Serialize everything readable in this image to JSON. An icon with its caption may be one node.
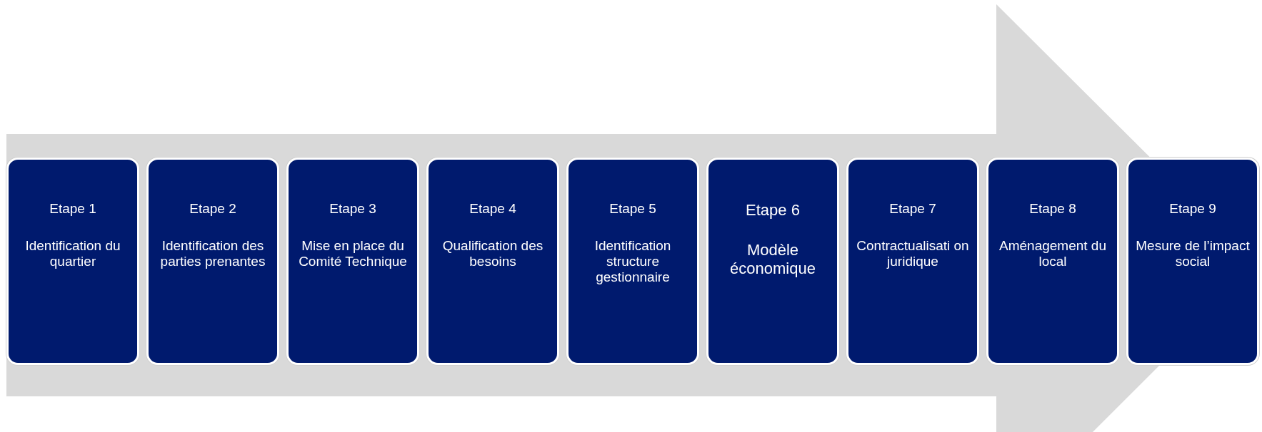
{
  "diagram": {
    "nodes": [
      {
        "text": [
          "Etape 1",
          "Identification du quartier"
        ]
      },
      {
        "text": [
          "Etape 2",
          "Identification des parties prenantes"
        ]
      },
      {
        "text": [
          "Etape 3",
          "Mise en place du Comité Technique"
        ]
      },
      {
        "text": [
          "Etape 4",
          "Qualification des besoins"
        ]
      },
      {
        "text": [
          "Etape 5",
          "Identification structure gestionnaire"
        ]
      },
      {
        "text": [
          "Etape 6",
          "Modèle économique"
        ]
      },
      {
        "text": [
          "Etape 7",
          "Contractualisati on juridique"
        ]
      },
      {
        "text": [
          "Etape 8",
          "Aménagement du local"
        ]
      },
      {
        "text": [
          "Etape 9",
          "Mesure de l’impact social"
        ]
      }
    ]
  }
}
